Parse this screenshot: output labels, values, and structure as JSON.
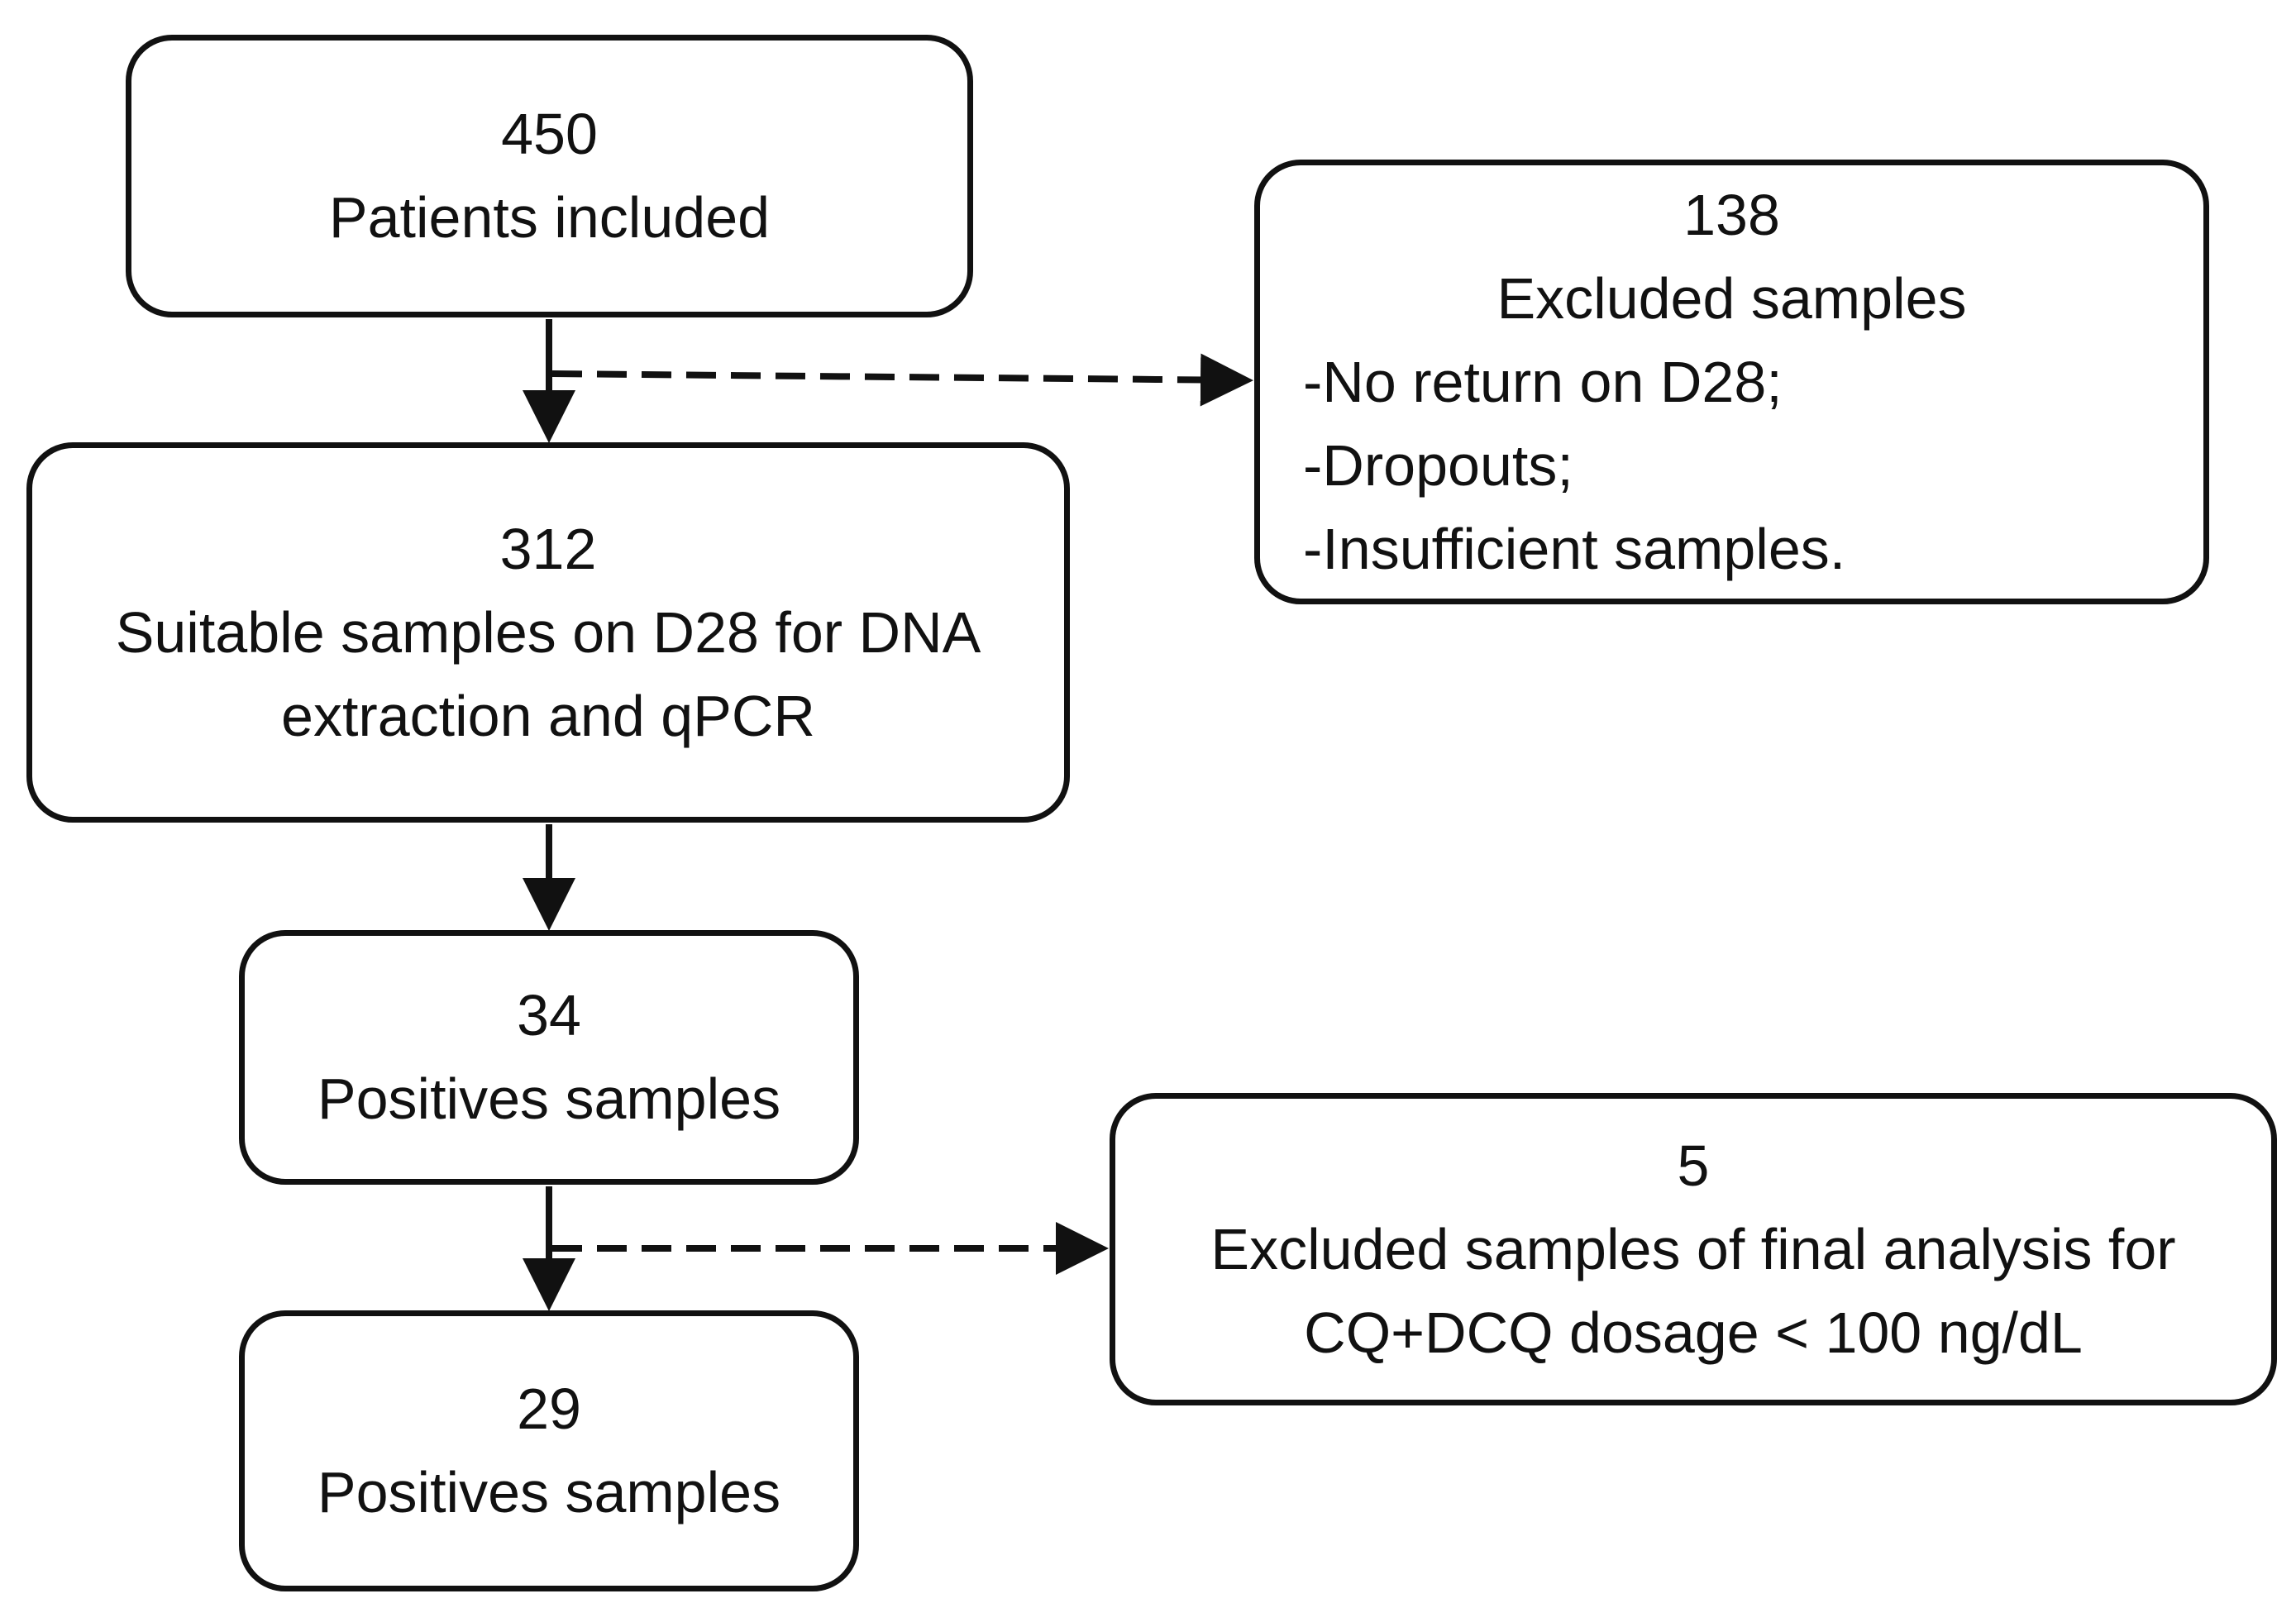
{
  "flowchart": {
    "patients": {
      "count": "450",
      "label": "Patients included"
    },
    "excluded_first": {
      "count": "138",
      "label": "Excluded samples",
      "reasons": [
        "-No return on D28;",
        "-Dropouts;",
        "-Insufficient samples."
      ]
    },
    "suitable": {
      "count": "312",
      "label_line1": "Suitable samples on D28 for DNA",
      "label_line2": "extraction and qPCR"
    },
    "positives_first": {
      "count": "34",
      "label": "Positives samples"
    },
    "excluded_final": {
      "count": "5",
      "label_line1": "Excluded samples of final analysis for",
      "label_line2": "CQ+DCQ dosage < 100 ng/dL"
    },
    "positives_final": {
      "count": "29",
      "label": "Positives samples"
    }
  }
}
